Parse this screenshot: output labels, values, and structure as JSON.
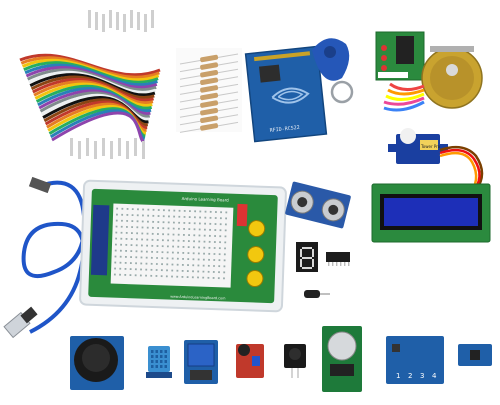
{
  "image": {
    "kind": "product-photo",
    "background_color": "#ffffff"
  },
  "components": [
    {
      "id": "jumper-wires",
      "icon": "jumper-wires-icon",
      "colors": [
        "#c0392b",
        "#e67e22",
        "#f1c40f",
        "#27ae60",
        "#2980b9",
        "#8e44ad",
        "#7f8c8d",
        "#ecf0f1",
        "#111111",
        "#8b4513"
      ]
    },
    {
      "id": "resistors",
      "icon": "resistor-icon",
      "count": 10
    },
    {
      "id": "rfid-reader",
      "icon": "rfid-icon",
      "pcb_color": "#1f5fa8",
      "label": "RFID-RC522"
    },
    {
      "id": "rfid-keyfob",
      "icon": "keyfob-icon",
      "color": "#2557b8"
    },
    {
      "id": "stepper-motor",
      "icon": "stepper-motor-icon"
    },
    {
      "id": "stepper-driver",
      "icon": "driver-board-icon"
    },
    {
      "id": "servo-motor",
      "icon": "servo-icon",
      "color": "#1a3fa0",
      "label": "Tower Pro"
    },
    {
      "id": "usb-cable",
      "icon": "usb-cable-icon",
      "color": "#1f55c8"
    },
    {
      "id": "learning-board",
      "icon": "breadboard-icon",
      "label": "Arduino Learning Board",
      "footer": "www.ArduinoLearningBoard.com",
      "button_color": "#f2c80f"
    },
    {
      "id": "ultrasonic-sensor",
      "icon": "ultrasonic-icon"
    },
    {
      "id": "lcd-display",
      "icon": "lcd-icon",
      "screen_color": "#1d2fb8"
    },
    {
      "id": "seven-segment",
      "icon": "seven-segment-icon",
      "digit_color": "#d8d8d8"
    },
    {
      "id": "ic-chip",
      "icon": "ic-chip-icon"
    },
    {
      "id": "tilt-sensor",
      "icon": "tilt-sensor-icon"
    },
    {
      "id": "joystick",
      "icon": "joystick-icon"
    },
    {
      "id": "dht-sensor",
      "icon": "dht-sensor-icon",
      "color": "#3a8fd0"
    },
    {
      "id": "relay-module",
      "icon": "relay-icon",
      "relay_color": "#2b63c6"
    },
    {
      "id": "sound-sensor",
      "icon": "sound-sensor-icon"
    },
    {
      "id": "buzzer",
      "icon": "buzzer-icon"
    },
    {
      "id": "rtc-module",
      "icon": "rtc-icon",
      "pcb_color": "#1e7a3a"
    },
    {
      "id": "touch-keypad",
      "icon": "touch-keypad-icon",
      "keys": [
        "1",
        "2",
        "3",
        "4"
      ]
    },
    {
      "id": "accelerometer",
      "icon": "accelerometer-icon"
    }
  ]
}
